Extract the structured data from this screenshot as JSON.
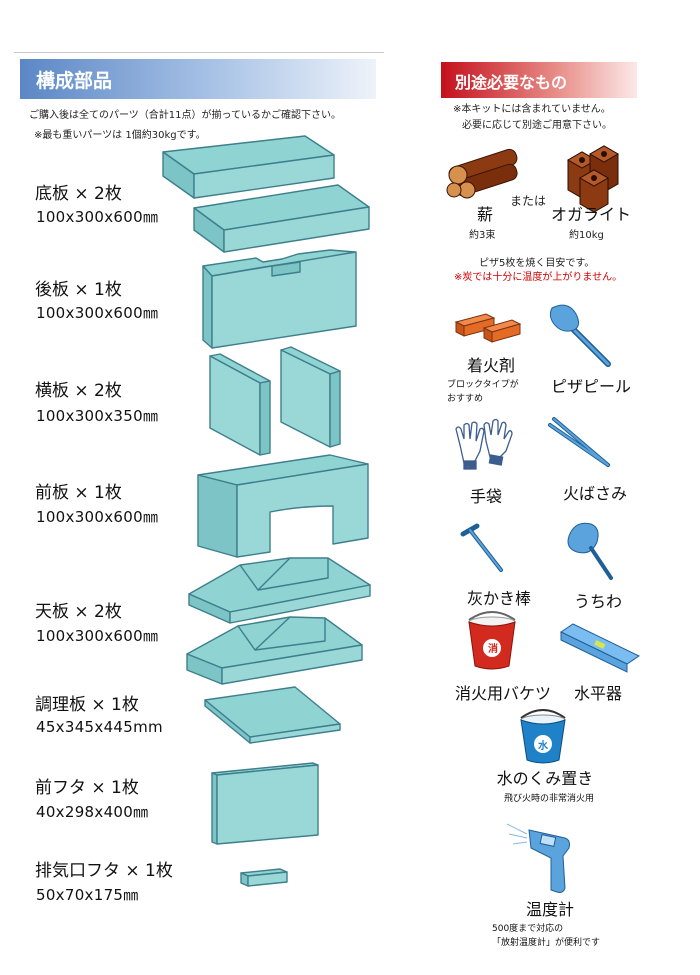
{
  "left": {
    "header": "構成部品",
    "note1": "ご購入後は全てのパーツ（合計11点）が揃っているかご確認下さい。",
    "note2": "※最も重いパーツは 1個約30kgです。",
    "parts": [
      {
        "name": "底板 × 2枚",
        "dims": "100x300x600㎜"
      },
      {
        "name": "後板 × 1枚",
        "dims": "100x300x600㎜"
      },
      {
        "name": "横板 × 2枚",
        "dims": "100x300x350㎜"
      },
      {
        "name": "前板 × 1枚",
        "dims": "100x300x600㎜"
      },
      {
        "name": "天板 × 2枚",
        "dims": "100x300x600㎜"
      },
      {
        "name": "調理板 × 1枚",
        "dims": "45x345x445mm"
      },
      {
        "name": "前フタ × 1枚",
        "dims": "40x298x400㎜"
      },
      {
        "name": "排気口フタ × 1枚",
        "dims": "50x70x175㎜"
      }
    ]
  },
  "right": {
    "header": "別途必要なもの",
    "note1": "※本キットには含まれていません。",
    "note2": "必要に応じて別途ご用意下さい。",
    "fuel": {
      "wood": "薪",
      "wood_amount": "約3束",
      "or": "または",
      "ogalite": "オガライト",
      "ogalite_amount": "約10kg"
    },
    "fuel_note": "ピザ5枚を焼く目安です。",
    "fuel_warning": "※炭では十分に温度が上がりません。",
    "items": {
      "igniter": "着火剤",
      "igniter_sub1": "ブロックタイプが",
      "igniter_sub2": "おすすめ",
      "peel": "ピザピール",
      "gloves": "手袋",
      "tongs": "火ばさみ",
      "ash_rake": "灰かき棒",
      "fan": "うちわ",
      "bucket": "消火用バケツ",
      "bucket_mark": "消",
      "level": "水平器",
      "water": "水のくみ置き",
      "water_mark": "水",
      "water_sub": "飛び火時の非常消火用",
      "thermo": "温度計",
      "thermo_sub1": "500度まで対応の",
      "thermo_sub2": "「放射温度計」が便利です"
    }
  },
  "colors": {
    "slab": "#8fd3d3",
    "slab_stroke": "#3e7f8c",
    "blue_tool": "#5aa3dd",
    "brick": "#e36b25",
    "wood": "#8b3a12",
    "warning": "#d40000"
  }
}
